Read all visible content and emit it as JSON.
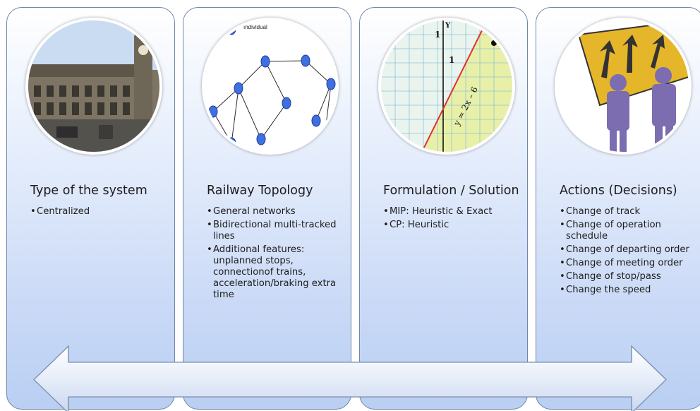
{
  "panels": [
    {
      "title": "Type of the system",
      "image": "railway-station-photo",
      "items": [
        "Centralized"
      ]
    },
    {
      "title": "Railway Topology",
      "image": "network-graph",
      "graph_label": "Individual",
      "items": [
        "General networks",
        "Bidirectional multi-tracked lines",
        "Additional features: unplanned stops, connectionof trains, acceleration/braking extra time"
      ]
    },
    {
      "title": "Formulation / Solution",
      "image": "linear-graph",
      "graph": {
        "axis_label": "Y",
        "tick_top": "1",
        "tick_mid": "1",
        "line_label": "y = 2x – 6"
      },
      "items": [
        "MIP: Heuristic & Exact",
        "CP:  Heuristic"
      ]
    },
    {
      "title": "Actions (Decisions)",
      "image": "business-people-arrows",
      "items": [
        "Change of track",
        "Change of operation schedule",
        "Change of departing order",
        "Change of meeting order",
        "Change of stop/pass",
        "Change the speed"
      ]
    }
  ],
  "arrow": {
    "direction": "bidirectional",
    "color": "#dfe8f8"
  }
}
